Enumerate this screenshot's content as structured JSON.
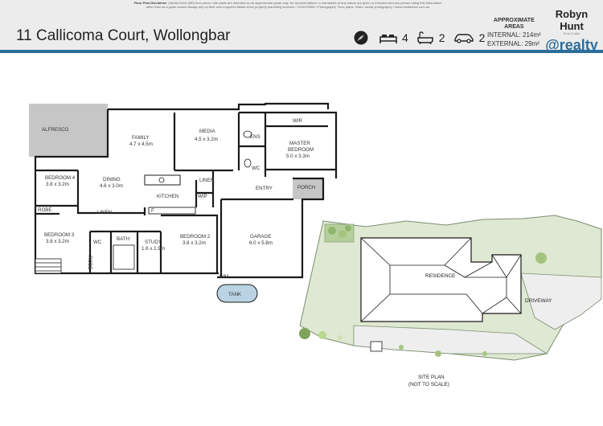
{
  "disclaimer": {
    "title": "Floor Plan Disclaimer",
    "line1": "Media Drive (MD) floor plans / site plans are intended as an approximate guide only. No representations or warranties of any nature are given or intended and any person using this information",
    "line2": "other than as a guide should always rely on their own enquiries Media Drive property marketing services / 0412979050 / Photography. Floor plans. Video. Aerial photography / www.mediadrive.com.au"
  },
  "address": "11 Callicoma Court, Wollongbar",
  "features": {
    "bedrooms": "4",
    "bathrooms": "2",
    "garage": "2"
  },
  "areas": {
    "title_line1": "APPROXIMATE",
    "title_line2": "AREAS",
    "internal": "INTERNAL: 214m²",
    "external": "EXTERNAL: 29m²"
  },
  "agency": {
    "name": "Robyn Hunt",
    "sub": "Real Estate",
    "logo": "@realty"
  },
  "rooms": {
    "alfresco": "ALFRESCO",
    "family": "FAMILY",
    "family_size": "4.7 x 4.5m",
    "media": "MEDIA",
    "media_size": "4.5 x 3.2m",
    "ens": "ENS",
    "wir": "WIR",
    "master": "MASTER",
    "master2": "BEDROOM",
    "master_size": "5.0 x 3.3m",
    "wc": "WC",
    "bedroom4": "BEDROOM 4",
    "bedroom4_size": "3.8 x 3.2m",
    "dining": "DINING",
    "dining_size": "4.6 x 3.0m",
    "linen": "LINEN",
    "kitchen": "KITCHEN",
    "wip": "WIP",
    "entry": "ENTRY",
    "porch": "PORCH",
    "robe": "ROBE",
    "linen2": "LINEN",
    "f": "F",
    "bedroom3": "BEDROOM 3",
    "bedroom3_size": "3.8 x 3.2m",
    "wc2": "WC",
    "bath": "BATH",
    "study": "STUDY",
    "study_size": "1.6 x 1.9m",
    "robe2": "ROBE",
    "bedroom2": "BEDROOM 2",
    "bedroom2_size": "3.8 x 3.2m",
    "garage": "GARAGE",
    "garage_size": "6.0 x 5.8m",
    "wm": "WM",
    "tank": "TANK"
  },
  "site": {
    "residence": "RESIDENCE",
    "driveway": "DRIVEWAY",
    "title": "SITE PLAN",
    "subtitle": "(NOT TO SCALE)"
  },
  "colors": {
    "accent": "#2c6d9c",
    "lawn": "#dfe8d2",
    "lawn_edge": "#7b8e6f",
    "wall": "#1a1a1a",
    "alfresco": "#c6c6c6"
  }
}
